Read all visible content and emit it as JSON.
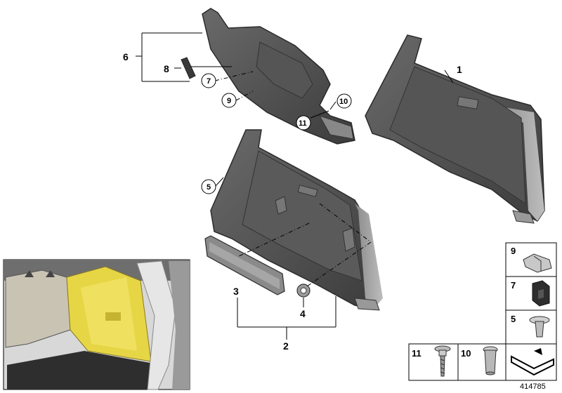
{
  "labels": {
    "l1": "1",
    "l2": "2",
    "l3": "3",
    "l4": "4",
    "l5": "5",
    "l6": "6",
    "l7": "7",
    "l8": "8",
    "l9": "9",
    "l10": "10",
    "l11": "11"
  },
  "legend": {
    "b9": "9",
    "b7": "7",
    "b5": "5",
    "b11": "11",
    "b10": "10"
  },
  "ref_number": "414785",
  "colors": {
    "trim": "#4a4a4a",
    "trim_light": "#6e6e6e",
    "highlight": "#e8d84a",
    "line": "#000000"
  }
}
